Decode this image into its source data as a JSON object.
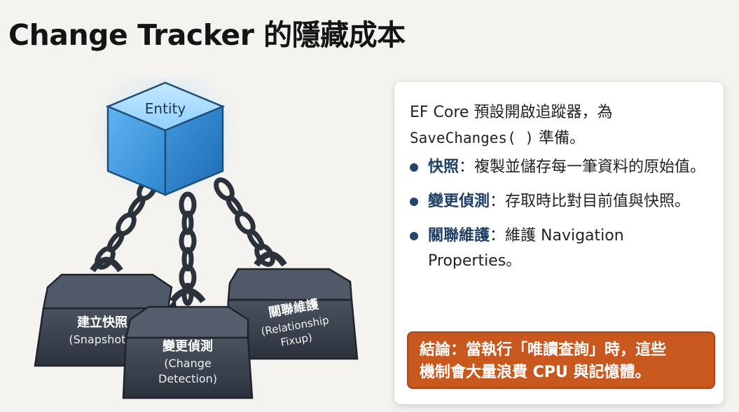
{
  "title": "Change Tracker 的隱藏成本",
  "diagram": {
    "entity_label": "Entity",
    "weights": [
      {
        "label": "建立快照",
        "sub1": "(Snapshot)",
        "sub2": ""
      },
      {
        "label": "變更偵測",
        "sub1": "(Change",
        "sub2": "Detection)"
      },
      {
        "label": "關聯維護",
        "sub1": "(Relationship",
        "sub2": "Fixup)"
      }
    ]
  },
  "panel": {
    "intro_line1": "EF Core 預設開啟追蹤器，為",
    "intro_code": "SaveChanges( )",
    "intro_line2_suffix": " 準備。",
    "bullets": [
      {
        "term": "快照",
        "desc": "：複製並儲存每一筆資料的原始值。"
      },
      {
        "term": "變更偵測",
        "desc": "：存取時比對目前值與快照。"
      },
      {
        "term": "關聯維護",
        "desc": "：維護 Navigation Properties。"
      }
    ],
    "conclusion_line1": "結論：當執行「唯讀查詢」時，這些",
    "conclusion_line2": "機制會大量浪費 CPU 與記憶體。"
  },
  "colors": {
    "accent": "#1f3f66",
    "conclusion_bg": "#c9581f",
    "cube": "#7ec3f2",
    "weight": "#3a4250"
  }
}
